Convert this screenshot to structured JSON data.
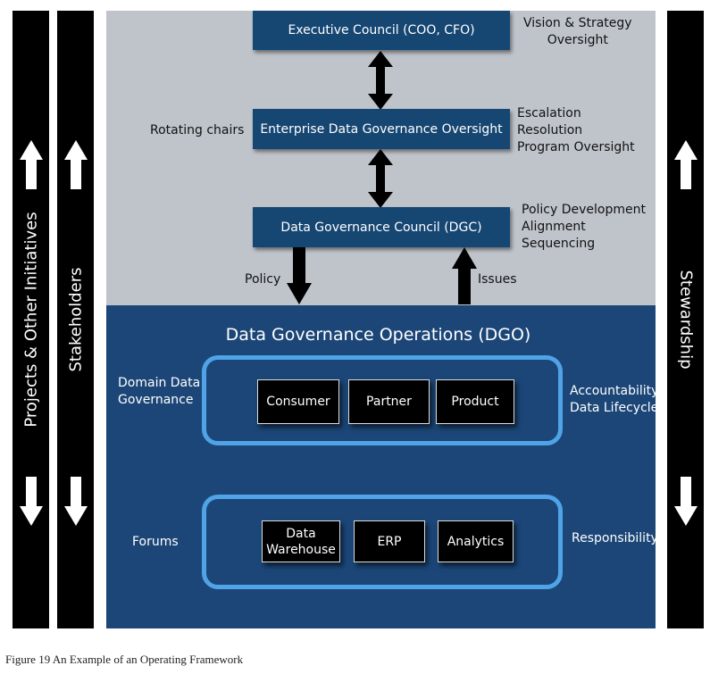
{
  "sidebars": {
    "projects": "Projects & Other Initiatives",
    "stakeholders": "Stakeholders",
    "stewardship": "Stewardship"
  },
  "upper": {
    "executive": "Executive Council (COO, CFO)",
    "executive_note": [
      "Vision & Strategy",
      "Oversight"
    ],
    "enterprise": "Enterprise Data Governance Oversight",
    "enterprise_left_note": "Rotating chairs",
    "enterprise_note": [
      "Escalation",
      "Resolution",
      "Program Oversight"
    ],
    "council": "Data Governance Council (DGC)",
    "council_note": [
      "Policy Development",
      "Alignment",
      "Sequencing"
    ],
    "policy_label": "Policy",
    "issues_label": "Issues"
  },
  "dgo": {
    "title": "Data Governance Operations (DGO)",
    "domain_label": [
      "Domain Data",
      "Governance"
    ],
    "domains": [
      "Consumer",
      "Partner",
      "Product"
    ],
    "domain_note": [
      "Accountability",
      "Data Lifecycles"
    ],
    "forums_label": "Forums",
    "forums": [
      [
        "Data",
        "Warehouse"
      ],
      [
        "ERP"
      ],
      [
        "Analytics"
      ]
    ],
    "forums_note": "Responsibility"
  },
  "caption": "Figure 19 An Example of an Operating Framework"
}
